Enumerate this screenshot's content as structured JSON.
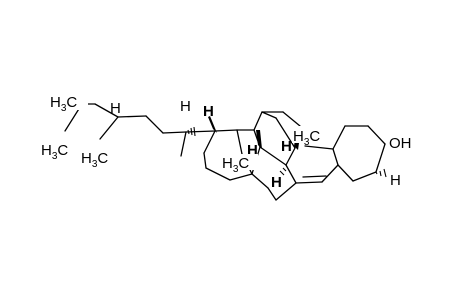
{
  "molecule": {
    "labels": {
      "hydroxyl": "OH",
      "hydrogen": "H",
      "methyl_main": "H",
      "methyl_sub": "3",
      "methyl_suffix": "C"
    }
  }
}
